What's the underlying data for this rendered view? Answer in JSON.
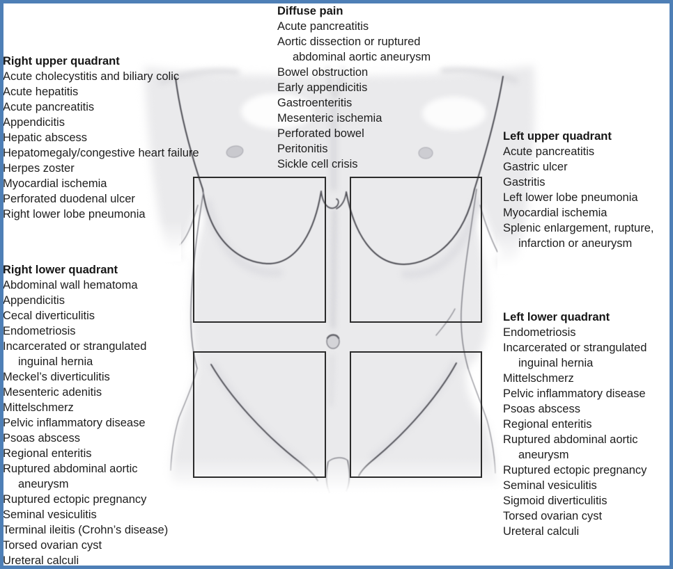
{
  "figure": {
    "colors": {
      "frame_border": "#4e7fb6",
      "quadrant_box_stroke": "#2b2b2b",
      "text": "#1d1d1d",
      "body_fill": "#eaeaec"
    }
  },
  "regions": {
    "diffuse": {
      "title": "Diffuse pain",
      "items": [
        "Acute pancreatitis",
        "Aortic dissection or ruptured abdominal aortic aneurysm",
        "Bowel obstruction",
        "Early appendicitis",
        "Gastroenteritis",
        "Mesenteric ischemia",
        "Perforated bowel",
        "Peritonitis",
        "Sickle cell crisis"
      ]
    },
    "ruq": {
      "title": "Right upper quadrant",
      "items": [
        "Acute cholecystitis and biliary colic",
        "Acute hepatitis",
        "Acute pancreatitis",
        "Appendicitis",
        "Hepatic abscess",
        "Hepatomegaly/congestive heart failure",
        "Herpes zoster",
        "Myocardial ischemia",
        "Perforated duodenal ulcer",
        "Right lower lobe pneumonia"
      ]
    },
    "luq": {
      "title": "Left upper quadrant",
      "items": [
        "Acute pancreatitis",
        "Gastric ulcer",
        "Gastritis",
        "Left lower lobe pneumonia",
        "Myocardial ischemia",
        "Splenic enlargement, rupture, infarction or aneurysm"
      ]
    },
    "rlq": {
      "title": "Right lower quadrant",
      "items": [
        "Abdominal wall hematoma",
        "Appendicitis",
        "Cecal diverticulitis",
        "Endometriosis",
        "Incarcerated or strangulated inguinal hernia",
        "Meckel’s diverticulitis",
        "Mesenteric adenitis",
        "Mittelschmerz",
        "Pelvic inflammatory disease",
        "Psoas abscess",
        "Regional enteritis",
        "Ruptured abdominal aortic aneurysm",
        "Ruptured ectopic pregnancy",
        "Seminal vesiculitis",
        "Terminal ileitis (Crohn’s disease)",
        "Torsed ovarian cyst",
        "Ureteral calculi"
      ]
    },
    "llq": {
      "title": "Left lower quadrant",
      "items": [
        "Endometriosis",
        "Incarcerated or strangulated inguinal hernia",
        "Mittelschmerz",
        "Pelvic inflammatory disease",
        "Psoas abscess",
        "Regional enteritis",
        "Ruptured abdominal aortic aneurysm",
        "Ruptured ectopic pregnancy",
        "Seminal vesiculitis",
        "Sigmoid diverticulitis",
        "Torsed ovarian cyst",
        "Ureteral calculi"
      ]
    }
  }
}
